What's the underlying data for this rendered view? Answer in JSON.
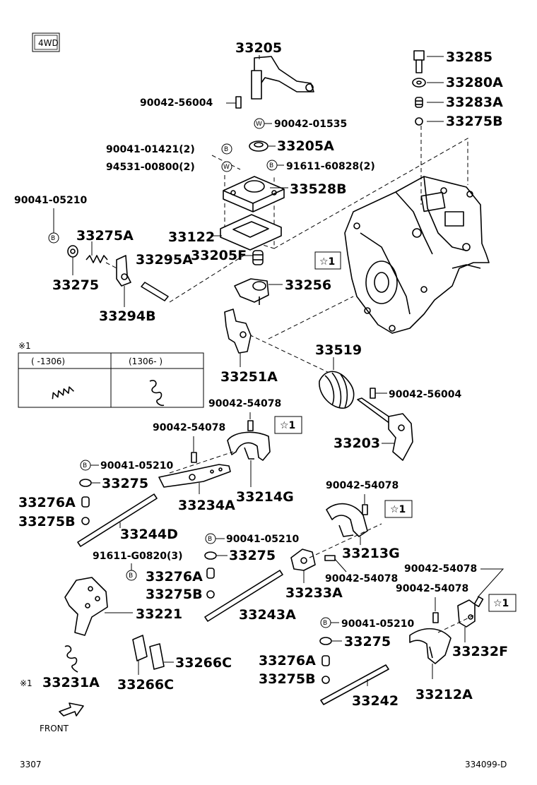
{
  "header": {
    "badge": "4WD"
  },
  "labels": {
    "p33205": "33205",
    "p90042_56004_top": "90042-56004",
    "p90042_01535": "90042-01535",
    "p90041_01421": "90041-01421(2)",
    "p33205A": "33205A",
    "p94531": "94531-00800(2)",
    "p91611_60828": "91611-60828(2)",
    "p33528B": "33528B",
    "p90041_05210_a": "90041-05210",
    "p33275A": "33275A",
    "p33122": "33122",
    "p33205F": "33205F",
    "p33295A": "33295A",
    "p33275_a": "33275",
    "p33256": "33256",
    "p33294B": "33294B",
    "p33285": "33285",
    "p33280A": "33280A",
    "p33283A": "33283A",
    "p33275B_top": "33275B",
    "p33519": "33519",
    "p33251A": "33251A",
    "p90042_56004_b": "90042-56004",
    "p33203": "33203",
    "p90042_54078_a": "90042-54078",
    "p90042_54078_b": "90042-54078",
    "p90041_05210_b": "90041-05210",
    "p33275_b": "33275",
    "p33276A_a": "33276A",
    "p33234A": "33234A",
    "p33214G": "33214G",
    "p33275B_a": "33275B",
    "p33244D": "33244D",
    "p90042_54078_c": "90042-54078",
    "p90041_05210_c": "90041-05210",
    "p33275_c": "33275",
    "p33213G": "33213G",
    "p91611_G0820": "91611-G0820(3)",
    "p33276A_b": "33276A",
    "p90042_54078_d": "90042-54078",
    "p33233A": "33233A",
    "p33275B_b": "33275B",
    "p33243A": "33243A",
    "p90042_54078_e": "90042-54078",
    "p90042_54078_f": "90042-54078",
    "p33221": "33221",
    "p90041_05210_d": "90041-05210",
    "p33275_d": "33275",
    "p33232F": "33232F",
    "p33266C_a": "33266C",
    "p33276A_c": "33276A",
    "p33231A": "33231A",
    "p33266C_b": "33266C",
    "p33275B_c": "33275B",
    "p33242": "33242",
    "p33212A": "33212A",
    "star1_a": "☆1",
    "star1_b": "☆1",
    "star1_c": "☆1",
    "star1_d": "☆1",
    "ref_mark": "※1",
    "ref_mark_b": "※1"
  },
  "ref_table": {
    "col1": "(      -1306)",
    "col2": "(1306-      )"
  },
  "front_label": "FRONT",
  "footer": {
    "left": "3307",
    "right": "334099-D"
  }
}
